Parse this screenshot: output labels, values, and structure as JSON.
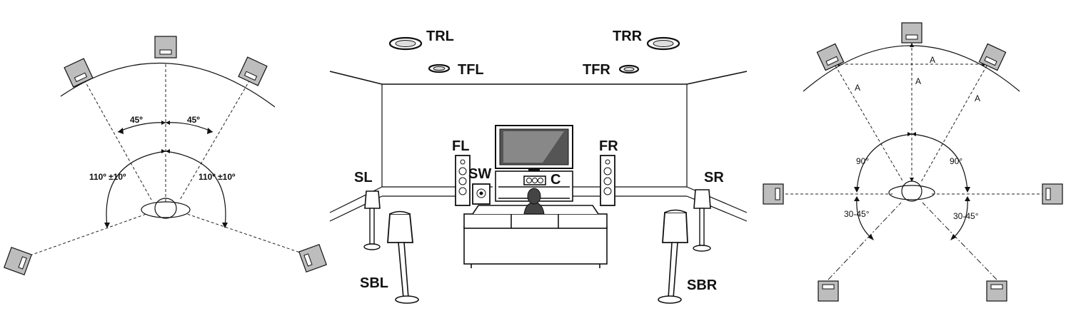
{
  "left_diagram": {
    "angle_front": "45º",
    "angle_front_right": "45º",
    "angle_surround_left": "110º ±10º",
    "angle_surround_right": "110º ±10º"
  },
  "center_diagram": {
    "labels": {
      "trl": "TRL",
      "trr": "TRR",
      "tfl": "TFL",
      "tfr": "TFR",
      "fl": "FL",
      "fr": "FR",
      "sw": "SW",
      "c": "C",
      "sl": "SL",
      "sr": "SR",
      "sbl": "SBL",
      "sbr": "SBR"
    }
  },
  "right_diagram": {
    "distance_top": "A",
    "distance_left": "A",
    "distance_right": "A",
    "distance_center": "A",
    "angle_left_90": "90°",
    "angle_right_90": "90°",
    "angle_left_rear": "30-45°",
    "angle_right_rear": "30-45°"
  }
}
